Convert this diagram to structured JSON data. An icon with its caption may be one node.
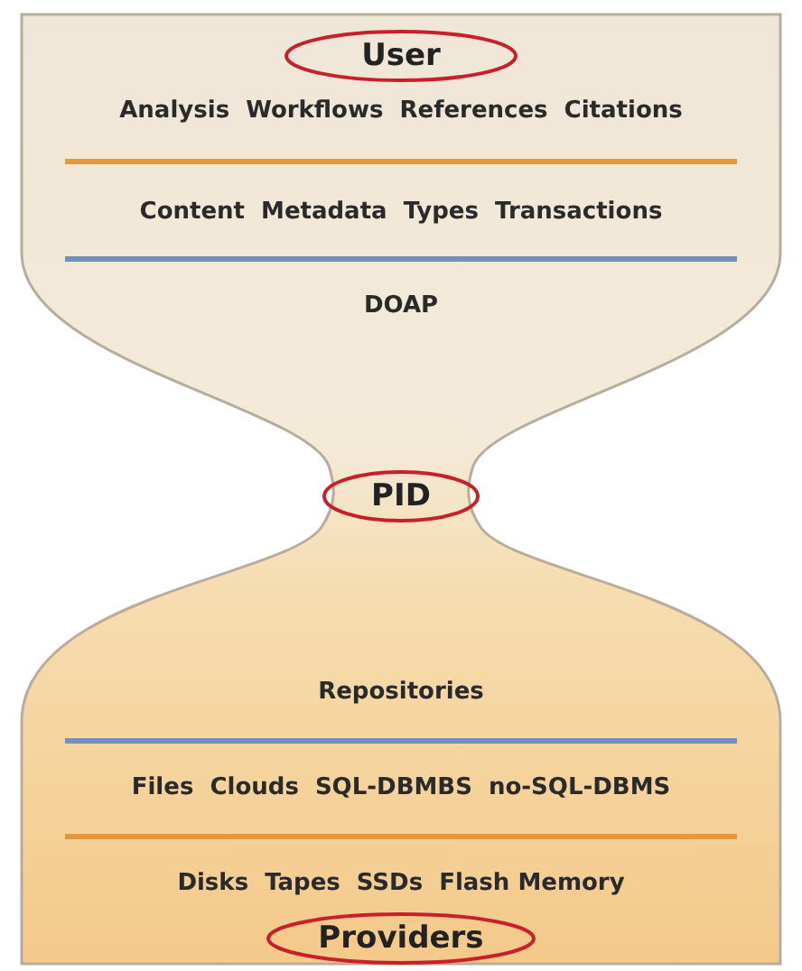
{
  "diagram": {
    "nodes": [
      {
        "text": [
          "User"
        ]
      },
      {
        "text": [
          "PID"
        ]
      },
      {
        "text": [
          "Providers"
        ]
      }
    ],
    "labels": [
      "Analysis",
      "Workflows",
      "References",
      "Citations",
      "Content",
      "Metadata",
      "Types",
      "Transactions",
      "DOAP",
      "Repositories",
      "Files",
      "Clouds",
      "SQL-DBMBS",
      "no-SQL-DBMS",
      "Disks",
      "Tapes",
      "SSDs",
      "Flash Memory"
    ]
  }
}
